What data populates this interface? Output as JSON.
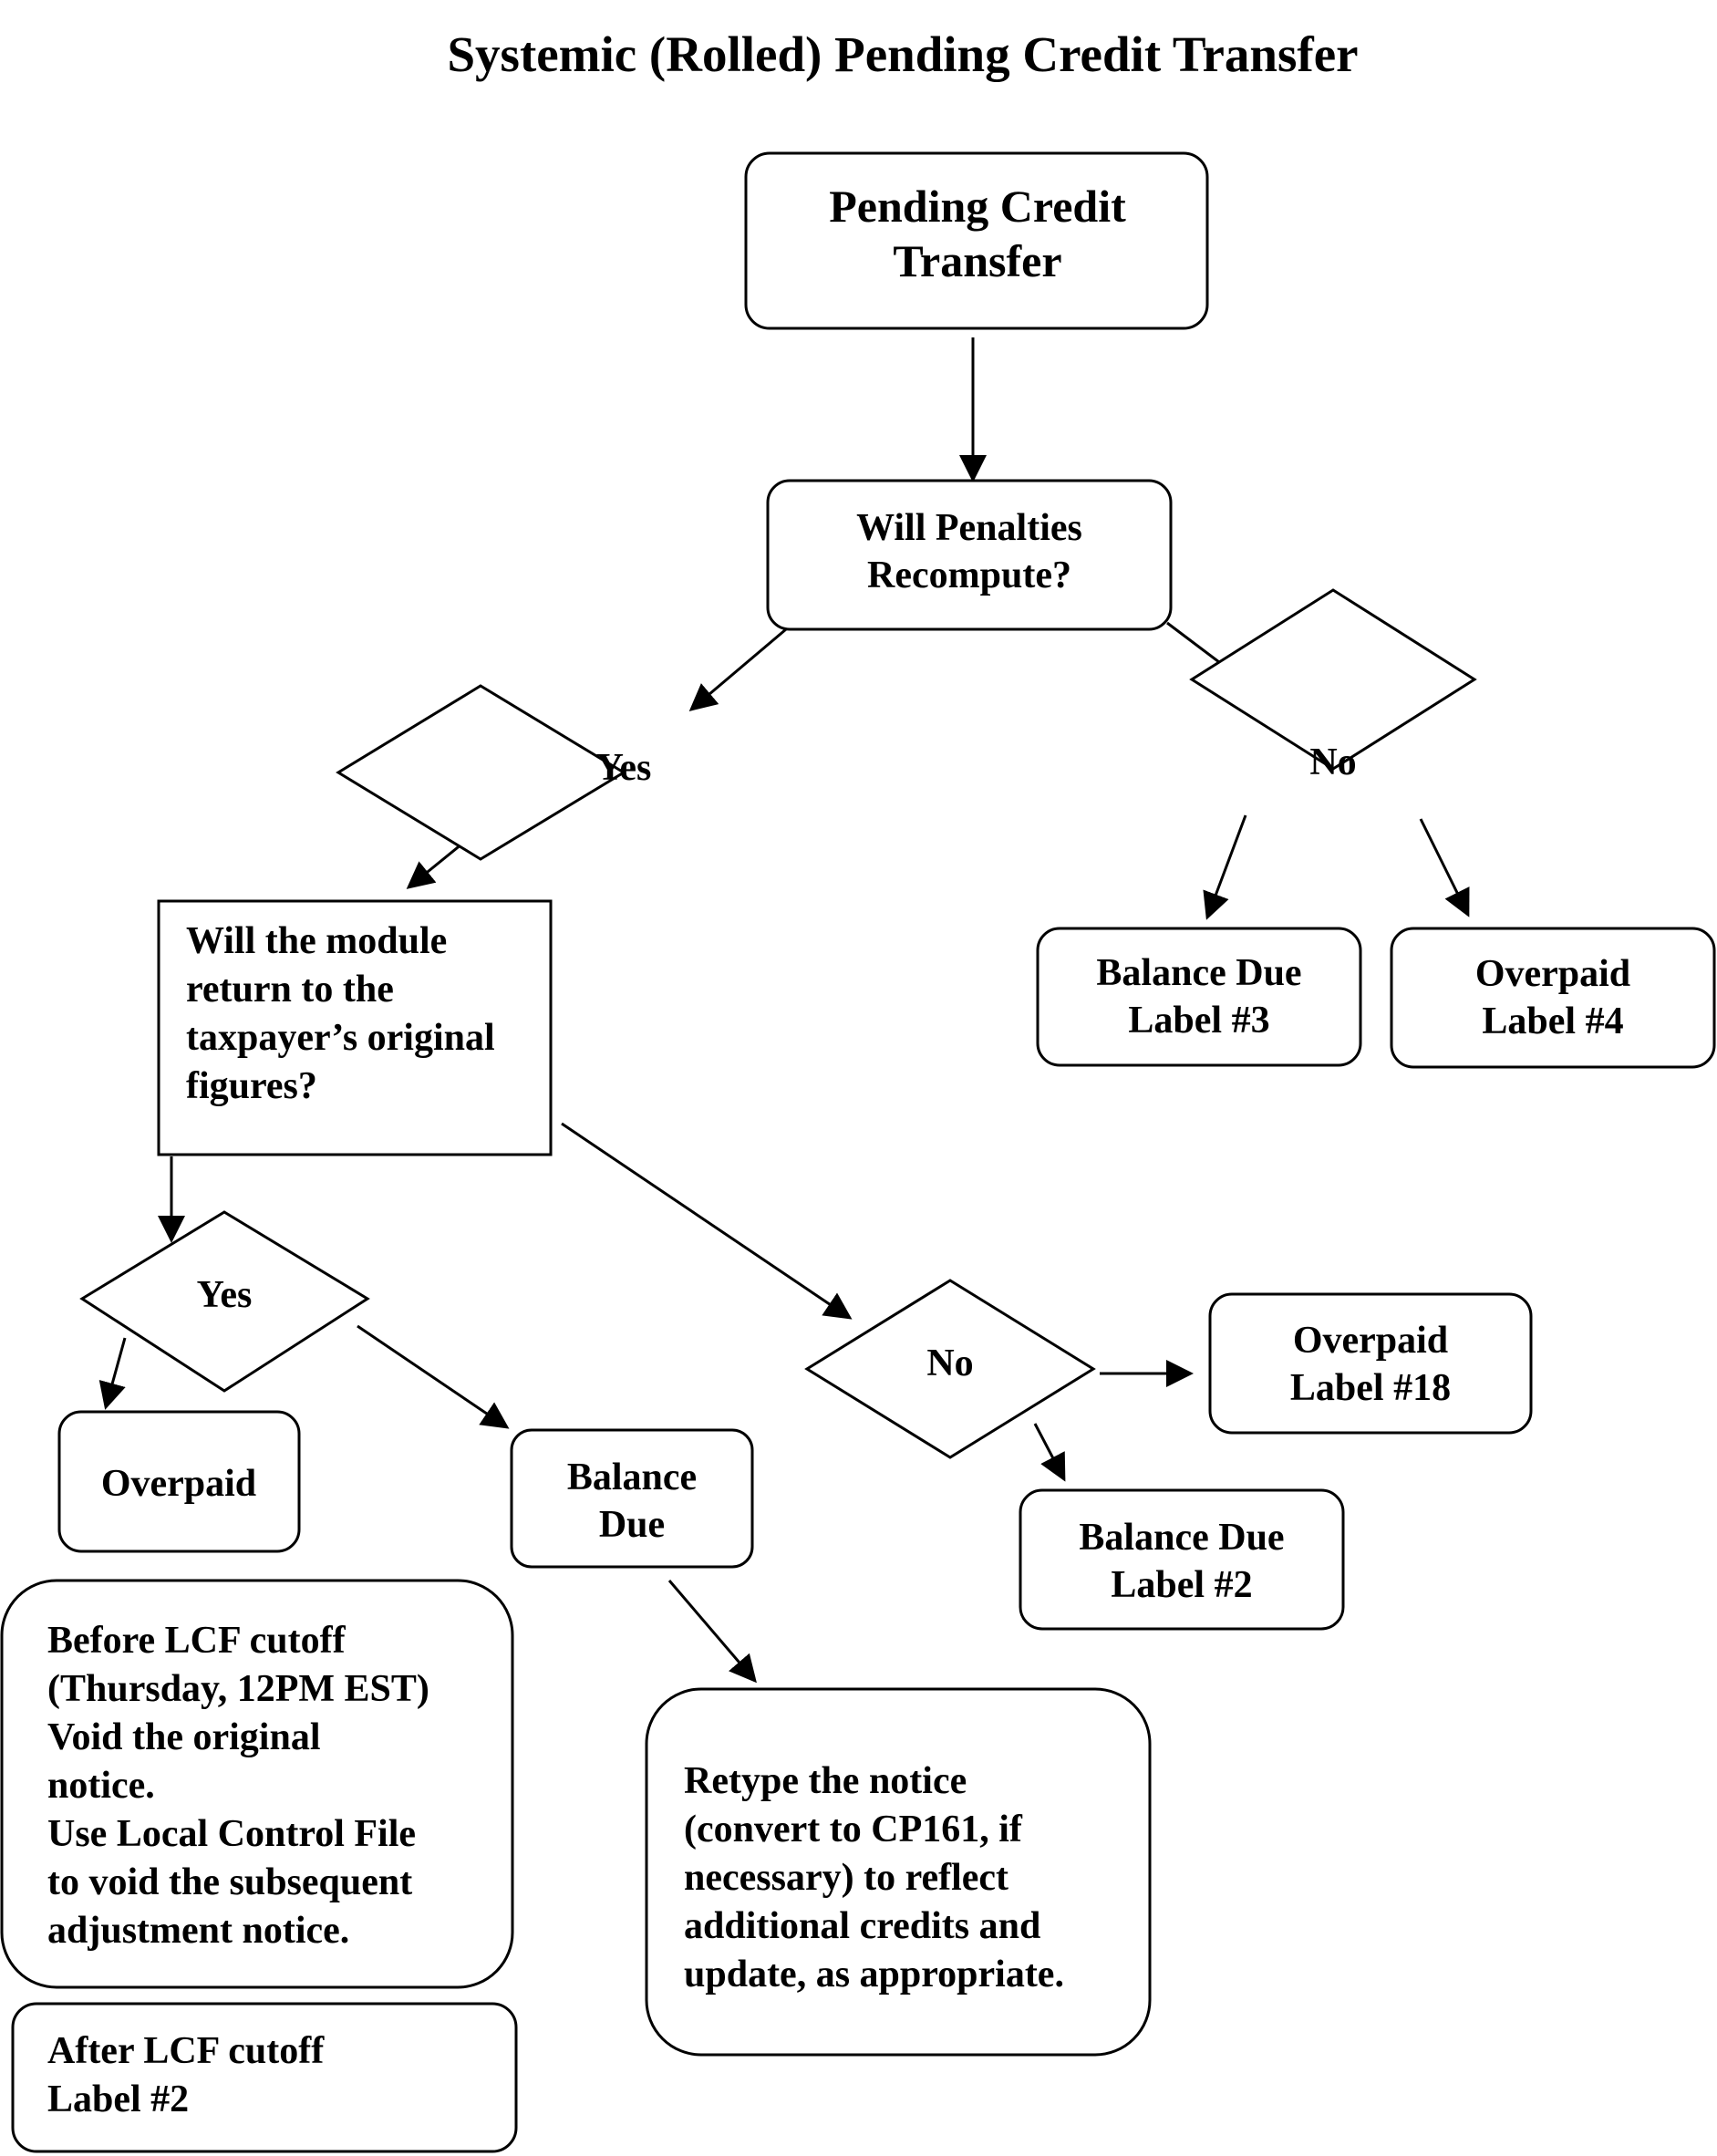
{
  "title": "Systemic (Rolled) Pending Credit Transfer",
  "nodes": {
    "pending": {
      "lines": [
        "Pending Credit",
        "Transfer"
      ]
    },
    "penalties": {
      "lines": [
        "Will Penalties",
        "Recompute?"
      ]
    },
    "yes1": {
      "lines": [
        "Yes"
      ]
    },
    "no1": {
      "lines": [
        "No"
      ]
    },
    "bal3": {
      "lines": [
        "Balance Due",
        "Label #3"
      ]
    },
    "over4": {
      "lines": [
        "Overpaid",
        "Label #4"
      ]
    },
    "module": {
      "lines": [
        "Will the module",
        "return to the",
        "taxpayer’s original",
        "figures?"
      ]
    },
    "yes2": {
      "lines": [
        "Yes"
      ]
    },
    "no2": {
      "lines": [
        "No"
      ]
    },
    "over18": {
      "lines": [
        "Overpaid",
        "Label #18"
      ]
    },
    "bal2": {
      "lines": [
        "Balance Due",
        "Label #2"
      ]
    },
    "overpaid": {
      "lines": [
        "Overpaid"
      ]
    },
    "baldue": {
      "lines": [
        "Balance",
        "Due"
      ]
    },
    "before": {
      "lines": [
        "Before LCF cutoff",
        "(Thursday, 12PM EST)",
        "Void the original",
        "notice.",
        "Use Local Control File",
        "to void the subsequent",
        "adjustment notice."
      ]
    },
    "retype": {
      "lines": [
        "Retype the notice",
        "(convert to CP161, if",
        "necessary) to reflect",
        "additional credits and",
        "update, as appropriate."
      ]
    },
    "after": {
      "lines": [
        "After LCF cutoff",
        "Label #2"
      ]
    }
  }
}
